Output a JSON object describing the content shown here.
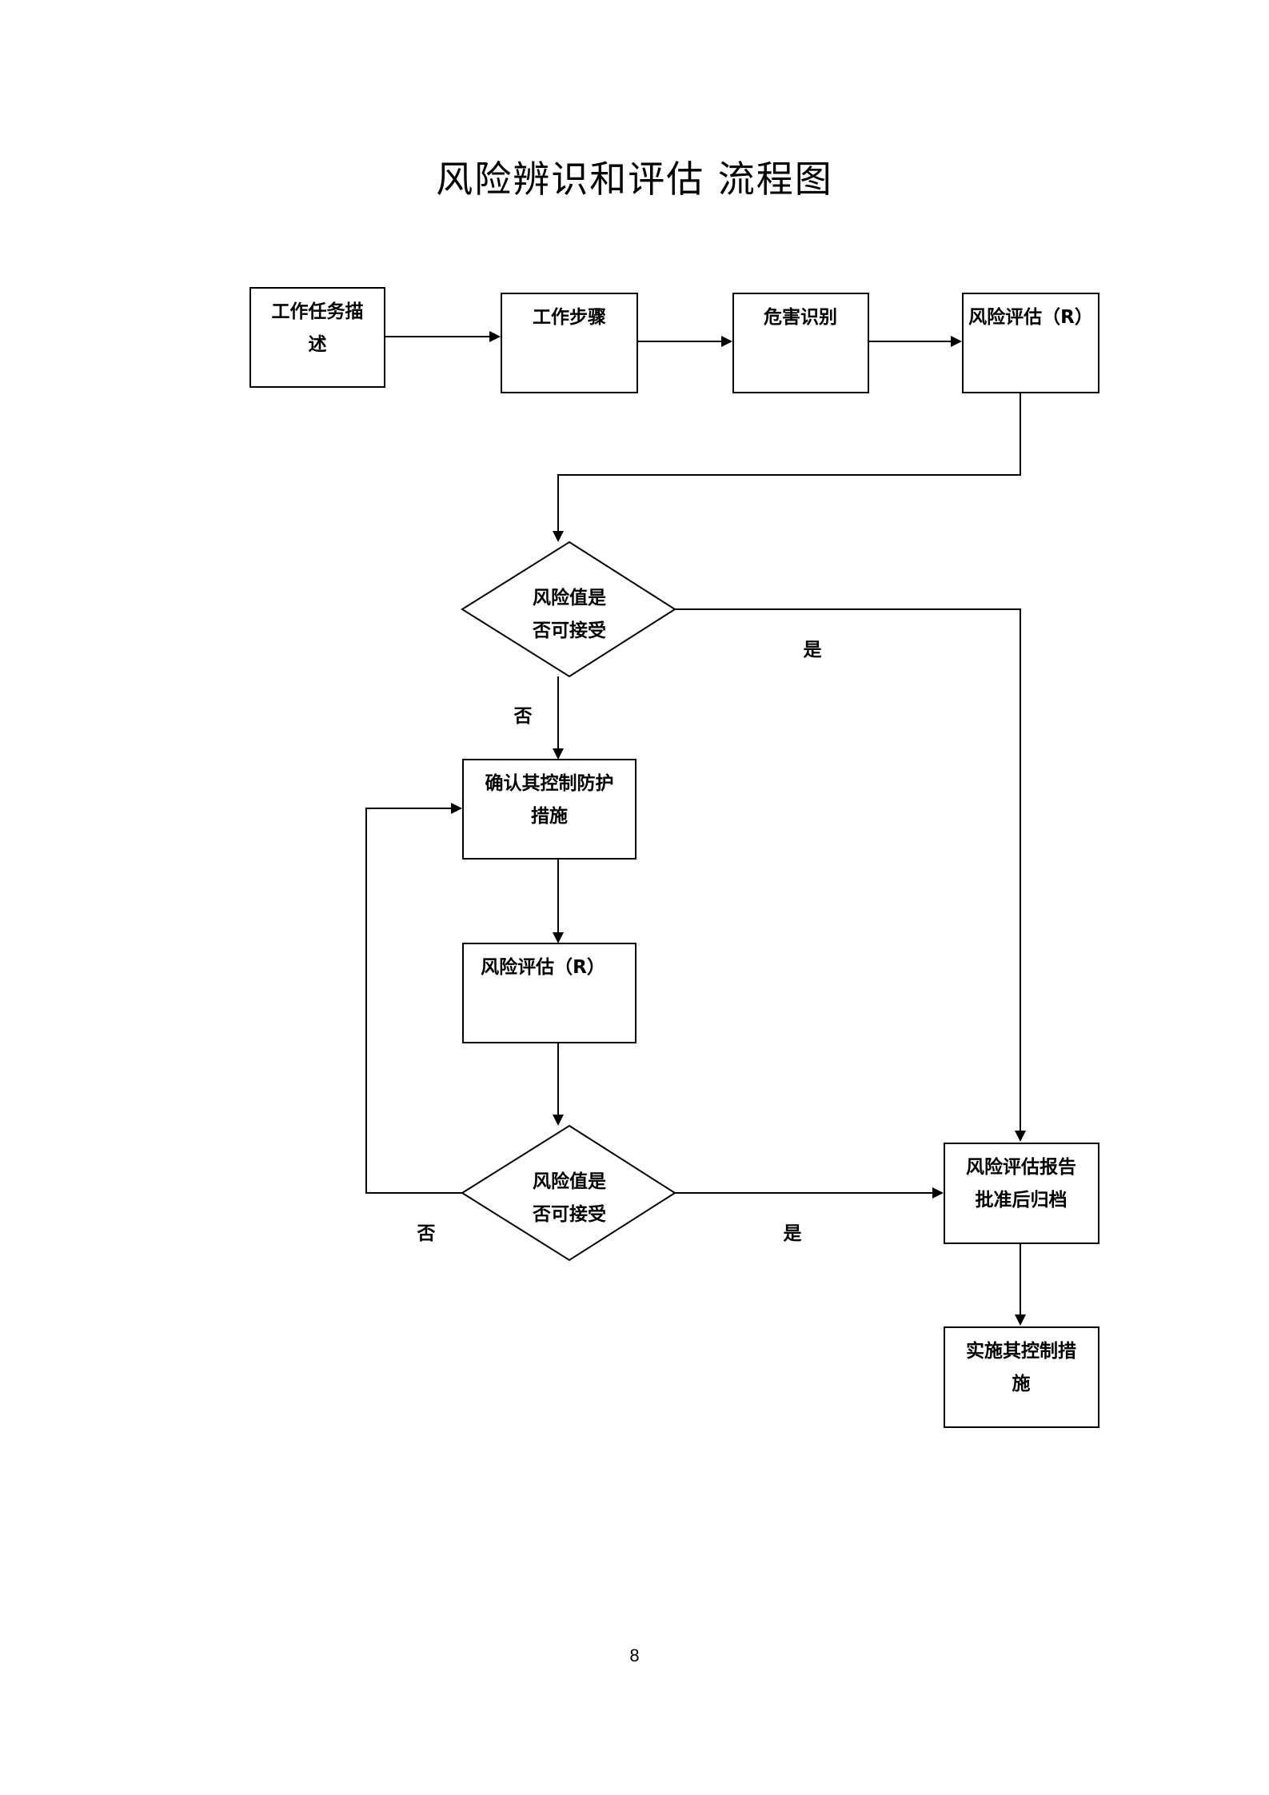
{
  "title": "风险辨识和评估  流程图",
  "nodes": {
    "task_description": [
      "工作任务描",
      "述"
    ],
    "work_steps": [
      "工作步骤"
    ],
    "hazard_identification": [
      "危害识别"
    ],
    "risk_assessment_1": [
      "风险评估（R）"
    ],
    "decision_1": [
      "风险值是",
      "否可接受"
    ],
    "confirm_controls": [
      "确认其控制防护",
      "措施"
    ],
    "risk_assessment_2": [
      "风险评估（R）"
    ],
    "decision_2": [
      "风险值是",
      "否可接受"
    ],
    "report": [
      "风险评估报告",
      "批准后归档"
    ],
    "implement": [
      "实施其控制措",
      "施"
    ]
  },
  "edge_labels": {
    "decision_1_yes": "是",
    "decision_1_no": "否",
    "decision_2_yes": "是",
    "decision_2_no": "否"
  },
  "page_number": "8"
}
